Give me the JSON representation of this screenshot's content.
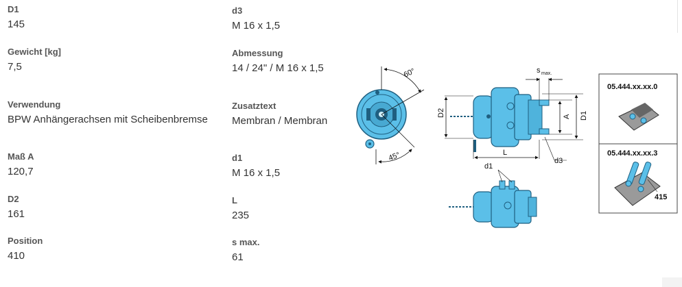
{
  "left_column": [
    {
      "label": "D1",
      "value": "145"
    },
    {
      "label": "Gewicht [kg]",
      "value": "7,5"
    },
    {
      "label": "Verwendung",
      "value": "BPW Anhängerachsen mit Scheibenbremse"
    },
    {
      "label": "Maß A",
      "value": "120,7"
    },
    {
      "label": "D2",
      "value": "161"
    },
    {
      "label": "Position",
      "value": "410"
    }
  ],
  "right_column": [
    {
      "label": "d3",
      "value": "M 16 x 1,5"
    },
    {
      "label": "Abmessung",
      "value": "14 / 24\" / M 16 x 1,5"
    },
    {
      "label": "Zusatztext",
      "value": "Membran / Membran"
    },
    {
      "label": "d1",
      "value": "M 16 x 1,5"
    },
    {
      "label": "L",
      "value": "235"
    },
    {
      "label": "s max.",
      "value": "61"
    }
  ],
  "drawing": {
    "angle_top": "60°",
    "angle_bottom": "45°",
    "dim_smax": "s",
    "dim_smax_sub": "max.",
    "dim_d2": "D2",
    "dim_d1": "D1",
    "dim_a": "A",
    "dim_l": "L",
    "dim_d3": "d3",
    "dim_d1_small": "d1",
    "variant_1": "05.444.xx.xx.0",
    "variant_2": "05.444.xx.xx.3",
    "variant_2_callout": "415"
  },
  "colors": {
    "part_fill": "#5bbfe8",
    "part_stroke": "#1f5f80",
    "label": "#555555",
    "value": "#333333"
  }
}
